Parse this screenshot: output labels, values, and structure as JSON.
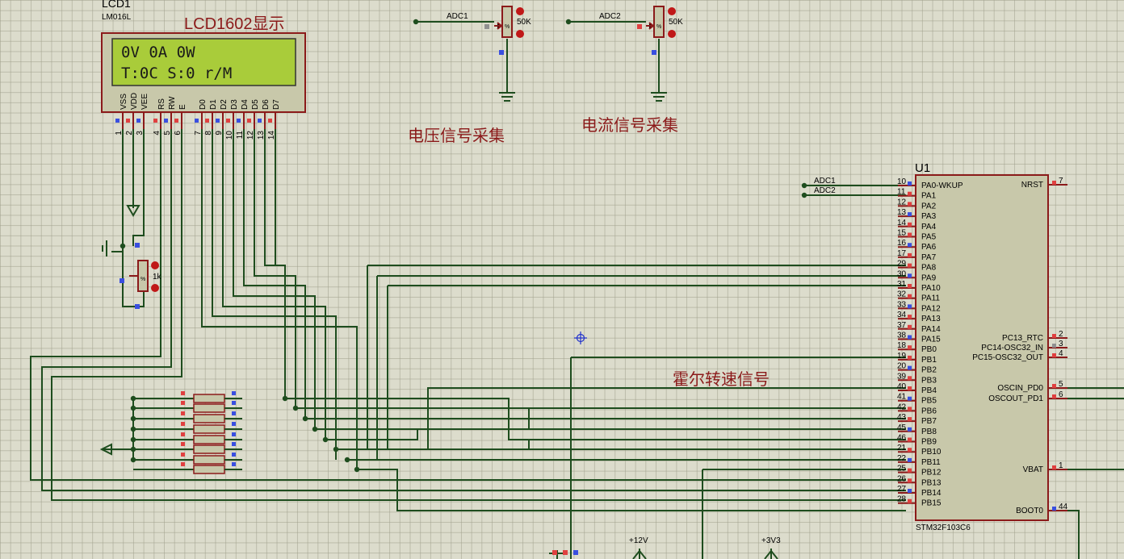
{
  "lcd": {
    "ref": "LCD1",
    "model": "LM016L",
    "line1": "0V 0A 0W",
    "line2": "T:0C S:0 r/M",
    "pins": [
      "VSS",
      "VDD",
      "VEE",
      "RS",
      "RW",
      "E",
      "D0",
      "D1",
      "D2",
      "D3",
      "D4",
      "D5",
      "D6",
      "D7"
    ],
    "pin_numbers": [
      "1",
      "2",
      "3",
      "4",
      "5",
      "6",
      "7",
      "8",
      "9",
      "10",
      "11",
      "12",
      "13",
      "14"
    ]
  },
  "labels": {
    "lcd_title": "LCD1602显示",
    "voltage": "电压信号采集",
    "current": "电流信号采集",
    "hall": "霍尔转速信号"
  },
  "pots": [
    {
      "net": "ADC1",
      "value": "50K",
      "pct": "%"
    },
    {
      "net": "ADC2",
      "value": "50K",
      "pct": "%"
    },
    {
      "net": "",
      "value": "1k",
      "pct": "%"
    }
  ],
  "mcu": {
    "ref": "U1",
    "part": "STM32F103C6",
    "left_pins": [
      {
        "num": "10",
        "name": "PA0-WKUP",
        "net": "ADC1"
      },
      {
        "num": "11",
        "name": "PA1",
        "net": "ADC2"
      },
      {
        "num": "12",
        "name": "PA2"
      },
      {
        "num": "13",
        "name": "PA3"
      },
      {
        "num": "14",
        "name": "PA4"
      },
      {
        "num": "15",
        "name": "PA5"
      },
      {
        "num": "16",
        "name": "PA6"
      },
      {
        "num": "17",
        "name": "PA7"
      },
      {
        "num": "29",
        "name": "PA8"
      },
      {
        "num": "30",
        "name": "PA9"
      },
      {
        "num": "31",
        "name": "PA10"
      },
      {
        "num": "32",
        "name": "PA11"
      },
      {
        "num": "33",
        "name": "PA12"
      },
      {
        "num": "34",
        "name": "PA13"
      },
      {
        "num": "37",
        "name": "PA14"
      },
      {
        "num": "38",
        "name": "PA15"
      },
      {
        "num": "18",
        "name": "PB0"
      },
      {
        "num": "19",
        "name": "PB1"
      },
      {
        "num": "20",
        "name": "PB2"
      },
      {
        "num": "39",
        "name": "PB3"
      },
      {
        "num": "40",
        "name": "PB4"
      },
      {
        "num": "41",
        "name": "PB5"
      },
      {
        "num": "42",
        "name": "PB6"
      },
      {
        "num": "43",
        "name": "PB7"
      },
      {
        "num": "45",
        "name": "PB8"
      },
      {
        "num": "46",
        "name": "PB9"
      },
      {
        "num": "21",
        "name": "PB10"
      },
      {
        "num": "22",
        "name": "PB11"
      },
      {
        "num": "25",
        "name": "PB12"
      },
      {
        "num": "26",
        "name": "PB13"
      },
      {
        "num": "27",
        "name": "PB14"
      },
      {
        "num": "28",
        "name": "PB15"
      }
    ],
    "right_pins": [
      {
        "num": "7",
        "name": "NRST"
      },
      {
        "num": "2",
        "name": "PC13_RTC"
      },
      {
        "num": "3",
        "name": "PC14-OSC32_IN"
      },
      {
        "num": "4",
        "name": "PC15-OSC32_OUT"
      },
      {
        "num": "5",
        "name": "OSCIN_PD0"
      },
      {
        "num": "6",
        "name": "OSCOUT_PD1"
      },
      {
        "num": "1",
        "name": "VBAT"
      },
      {
        "num": "44",
        "name": "BOOT0"
      }
    ]
  },
  "power": {
    "v12": "+12V",
    "v33": "+3V3"
  },
  "colors": {
    "wire": "#1e4d1e",
    "component": "#8b1a1a",
    "body": "#c8c8aa",
    "lcd_screen": "#a9cc3a",
    "pin_red": "#e04040",
    "pin_blue": "#3a4fe0"
  }
}
